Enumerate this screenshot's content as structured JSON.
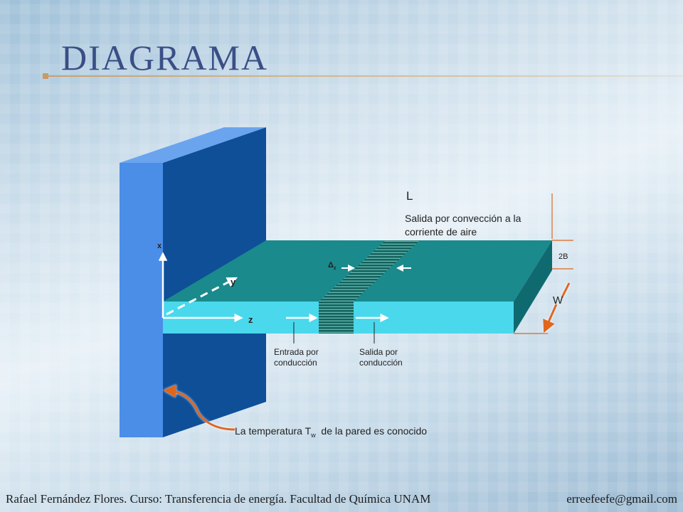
{
  "slide": {
    "title": "DIAGRAMA",
    "footer_left": "Rafael Fernández Flores. Curso: Transferencia de energía. Facultad de Química UNAM",
    "footer_right": "erreefeefe@gmail.com"
  },
  "diagram": {
    "length_label": "L",
    "convection_label": "Salida por convección a la corriente de aire",
    "thickness_label": "2B",
    "width_label": "W",
    "axis_x": "x",
    "axis_y": "y",
    "axis_z": "z",
    "delta_label": "Δ",
    "delta_sub": "z",
    "inlet_label": "Entrada por conducción",
    "outlet_label": "Salida por conducción",
    "temp_prefix": "La temperatura T",
    "temp_sub": "w",
    "temp_suffix": "  de la pared es conocido"
  },
  "colors": {
    "title": "#3b4f86",
    "arrow": "#e0661c",
    "wall_front": "#4a8ee8",
    "wall_side": "#0e4f98",
    "fin_top": "#1a8a8c",
    "fin_front": "#4ad8ec",
    "fin_side": "#0f6a70",
    "element": "#15615c"
  }
}
